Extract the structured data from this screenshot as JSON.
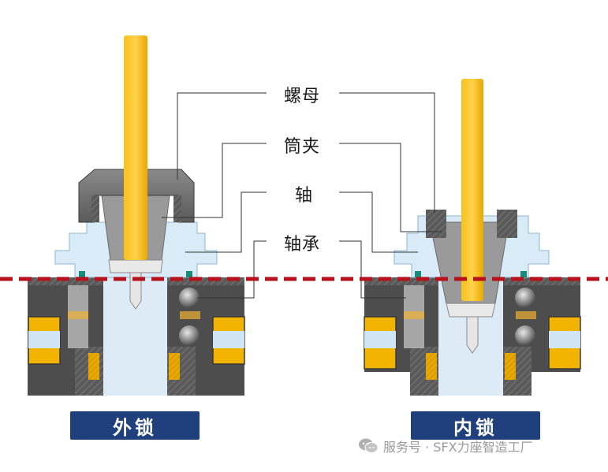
{
  "callouts": {
    "nut": "螺母",
    "collet": "筒夹",
    "shaft": "轴",
    "bearing": "轴承"
  },
  "variants": {
    "outer": "外锁",
    "inner": "内锁"
  },
  "watermark": {
    "icon": "wechat-icon",
    "text": "服务号 · SFX力座智造工厂"
  },
  "colors": {
    "shaft_yellow": "#f5b400",
    "badge_blue": "#1f3f7d",
    "dash_red": "#b5121b",
    "housing_dark": "#4a4a4a",
    "light_blue": "#dcebf5"
  }
}
